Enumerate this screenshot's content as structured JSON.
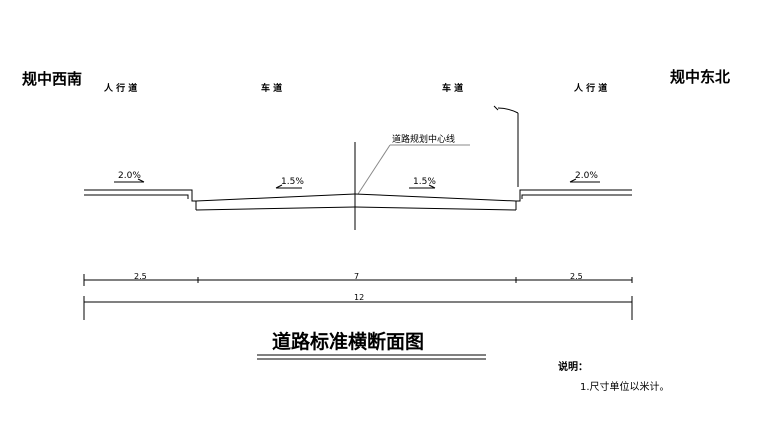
{
  "labels": {
    "left_end": "规中西南",
    "right_end": "规中东北",
    "zones": [
      "人 行 道",
      "车 道",
      "车 道",
      "人 行 道"
    ],
    "center_line": "道路规划中心线",
    "title": "道路标准横断面图",
    "note_heading": "说明：",
    "note_item": "1.尺寸单位以米计。"
  },
  "slopes": [
    "2.0%",
    "1.5%",
    "1.5%",
    "2.0%"
  ],
  "dimensions": {
    "segments": [
      "2.5",
      "7",
      "2.5"
    ],
    "total": "12"
  },
  "colors": {
    "line": "#000000",
    "leader": "#888888"
  }
}
